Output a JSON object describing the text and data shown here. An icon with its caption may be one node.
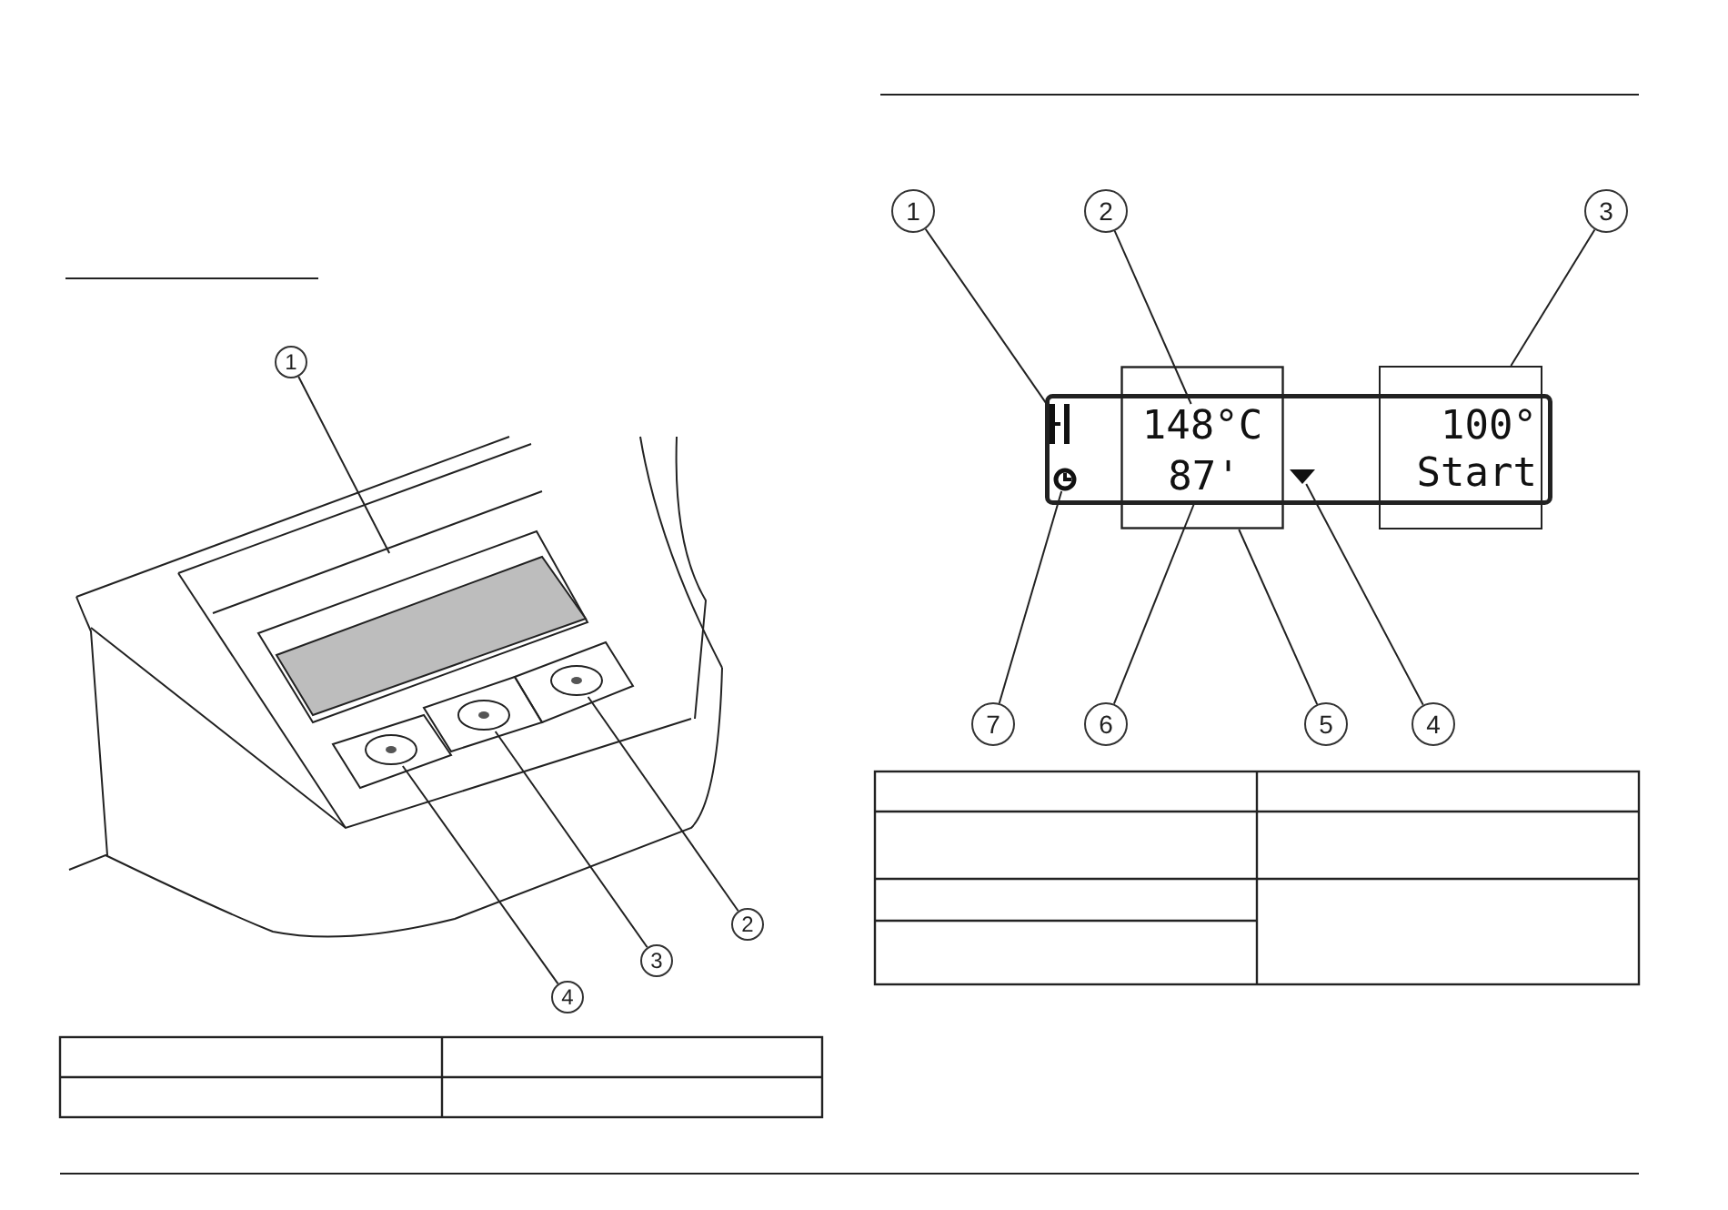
{
  "diagram": {
    "nodes": [
      {
        "text": [
          "1"
        ]
      },
      {
        "text": [
          "2"
        ]
      },
      {
        "text": [
          "3"
        ]
      },
      {
        "text": [
          "4"
        ]
      },
      {
        "text": [],
        "shape": "box"
      },
      {
        "text": [],
        "shape": "button"
      },
      {
        "text": [],
        "shape": "button"
      },
      {
        "text": [],
        "shape": "button"
      },
      {
        "text": [
          "1"
        ]
      },
      {
        "text": [
          "2"
        ]
      },
      {
        "text": [
          "3"
        ]
      },
      {
        "text": [],
        "shape": "box"
      },
      {
        "text": [],
        "shape": "icon",
        "in": 11
      },
      {
        "text": [],
        "shape": "box"
      },
      {
        "text": [
          "148°C"
        ]
      },
      {
        "text": [
          "87'"
        ]
      },
      {
        "text": [
          "100°",
          "Start"
        ]
      },
      {
        "text": [],
        "shape": "triangle",
        "in": 11
      },
      {
        "text": [],
        "shape": "icon",
        "in": 11
      },
      {
        "text": [
          "7"
        ]
      },
      {
        "text": [
          "6"
        ]
      },
      {
        "text": [
          "5"
        ]
      },
      {
        "text": [
          "4"
        ]
      }
    ],
    "edges": [
      {
        "from": 0,
        "to": 4,
        "arrow": "none"
      },
      {
        "from": 1,
        "to": 5,
        "arrow": "none"
      },
      {
        "from": 2,
        "to": 6,
        "arrow": "none"
      },
      {
        "from": 3,
        "to": 7,
        "arrow": "none"
      },
      {
        "from": 8,
        "to": 12,
        "arrow": "none"
      },
      {
        "from": 9,
        "to": 14,
        "arrow": "none"
      },
      {
        "from": 10,
        "to": 16,
        "arrow": "none"
      },
      {
        "from": 19,
        "to": 18,
        "arrow": "none"
      },
      {
        "from": 20,
        "to": 15,
        "arrow": "none"
      },
      {
        "from": 21,
        "to": 13,
        "arrow": "none"
      },
      {
        "from": 22,
        "to": 17,
        "arrow": "none"
      }
    ]
  }
}
